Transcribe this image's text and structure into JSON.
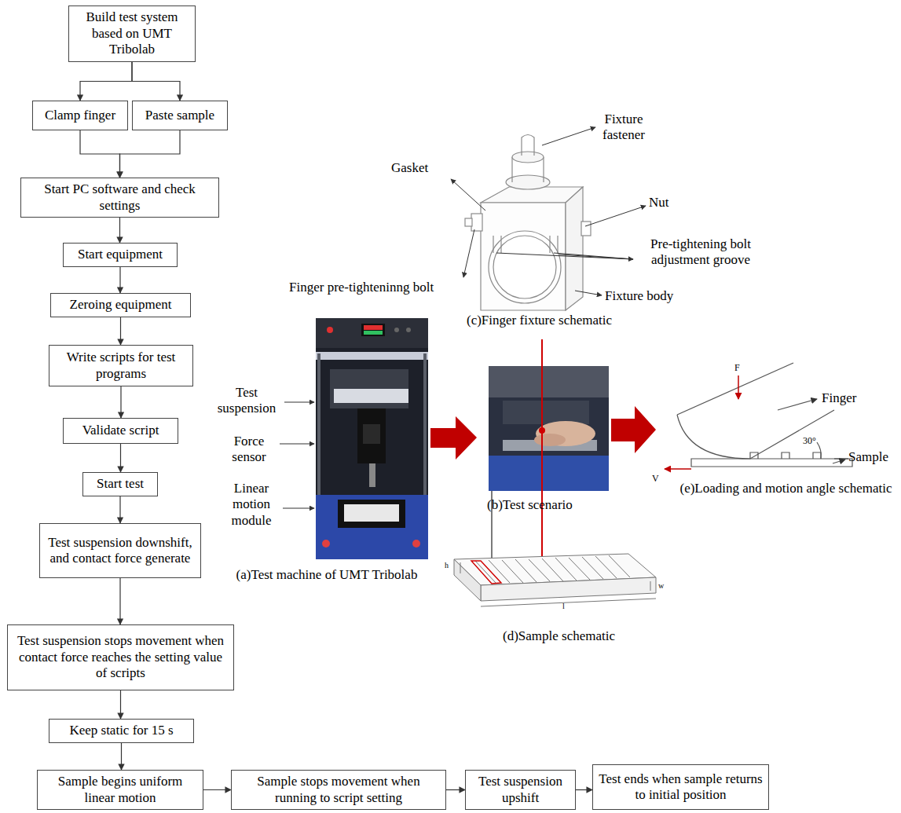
{
  "diagram": {
    "nodes": [
      {
        "text": [
          "Build test system based on UMT Tribolab"
        ]
      },
      {
        "text": [
          "Clamp finger"
        ]
      },
      {
        "text": [
          "Paste sample"
        ]
      },
      {
        "text": [
          "Start PC software and check settings"
        ]
      },
      {
        "text": [
          "Start equipment"
        ]
      },
      {
        "text": [
          "Zeroing equipment"
        ]
      },
      {
        "text": [
          "Write scripts for test programs"
        ]
      },
      {
        "text": [
          "Validate script"
        ]
      },
      {
        "text": [
          "Start test"
        ]
      },
      {
        "text": [
          "Test suspension downshift, and contact force generate"
        ]
      },
      {
        "text": [
          "Test suspension stops movement when contact force reaches the setting value of scripts"
        ]
      },
      {
        "text": [
          "Keep static for 15 s"
        ]
      },
      {
        "text": [
          "Sample begins uniform linear motion"
        ]
      },
      {
        "text": [
          "Sample stops movement when running to script setting"
        ]
      },
      {
        "text": [
          "Test suspension upshift"
        ]
      },
      {
        "text": [
          "Test ends when sample returns to initial position"
        ]
      }
    ],
    "edges": [
      {
        "from": 0,
        "to": 1,
        "arrow": "to"
      },
      {
        "from": 0,
        "to": 2,
        "arrow": "to"
      },
      {
        "from": 1,
        "to": 3,
        "arrow": "to"
      },
      {
        "from": 2,
        "to": 3,
        "arrow": "to"
      },
      {
        "from": 3,
        "to": 4,
        "arrow": "to"
      },
      {
        "from": 4,
        "to": 5,
        "arrow": "to"
      },
      {
        "from": 5,
        "to": 6,
        "arrow": "to"
      },
      {
        "from": 6,
        "to": 7,
        "arrow": "to"
      },
      {
        "from": 7,
        "to": 8,
        "arrow": "to"
      },
      {
        "from": 8,
        "to": 9,
        "arrow": "to"
      },
      {
        "from": 9,
        "to": 10,
        "arrow": "to"
      },
      {
        "from": 10,
        "to": 11,
        "arrow": "to"
      },
      {
        "from": 11,
        "to": 12,
        "arrow": "to"
      },
      {
        "from": 12,
        "to": 13,
        "arrow": "to"
      },
      {
        "from": 13,
        "to": 14,
        "arrow": "to"
      },
      {
        "from": 14,
        "to": 15,
        "arrow": "to"
      }
    ],
    "labels": [
      "Fixture fastener",
      "Gasket",
      "Nut",
      "Pre-tightening bolt adjustment groove",
      "Finger pre-tighteninng bolt",
      "Fixture body",
      "(c)Finger fixture schematic",
      "Test suspension",
      "Force sensor",
      "Linear motion module",
      "(a)Test machine of UMT Tribolab",
      "(b)Test scenario",
      "(d)Sample schematic",
      "F",
      "Finger",
      "30°",
      "Sample",
      "V",
      "(e)Loading and motion angle schematic",
      "h",
      "l",
      "w"
    ]
  }
}
